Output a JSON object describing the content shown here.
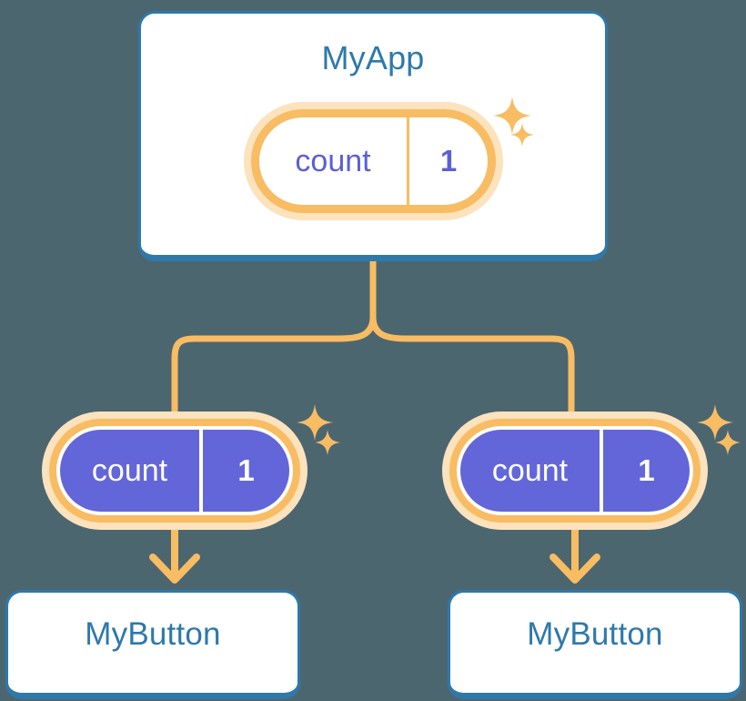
{
  "diagram": {
    "title_text": "MyApp",
    "root": {
      "label": "MyApp",
      "state": {
        "key": "count",
        "value": "1"
      }
    },
    "children": [
      {
        "label": "MyButton",
        "state": {
          "key": "count",
          "value": "1"
        }
      },
      {
        "label": "MyButton",
        "state": {
          "key": "count",
          "value": "1"
        }
      }
    ],
    "icons": {
      "sparkle_large": "sparkle-icon",
      "sparkle_small": "sparkle-icon",
      "arrow_down": "arrow-down-icon"
    },
    "colors": {
      "background": "#4c6670",
      "card_border": "#2e79aa",
      "card_fill": "#ffffff",
      "title_text": "#2e79aa",
      "accent_orange": "#f8bc63",
      "accent_orange_soft": "#fce2bd",
      "state_purple": "#6366d8",
      "state_text_light": "#5c5fd4",
      "state_text_on_purple": "#ffffff"
    }
  }
}
